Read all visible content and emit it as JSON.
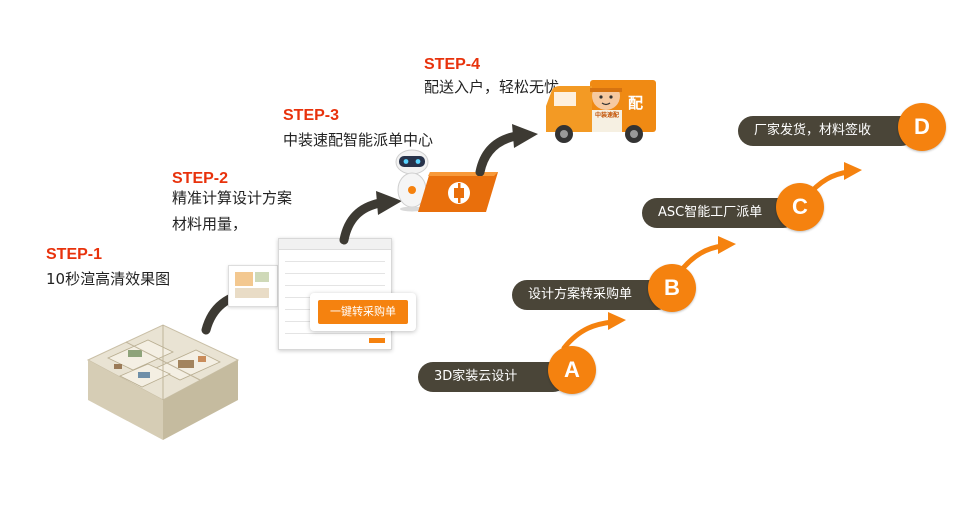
{
  "steps": [
    {
      "label": "STEP-1",
      "lines": [
        "10秒渲高清效果图"
      ]
    },
    {
      "label": "STEP-2",
      "lines": [
        "精准计算设计方案",
        "材料用量，"
      ]
    },
    {
      "label": "STEP-3",
      "lines": [
        "中装速配智能派单中心"
      ]
    },
    {
      "label": "STEP-4",
      "lines": [
        "配送入户，轻松无忧"
      ]
    }
  ],
  "flow": [
    {
      "letter": "A",
      "text": "3D家装云设计"
    },
    {
      "letter": "B",
      "text": "设计方案转采购单"
    },
    {
      "letter": "C",
      "text": "ASC智能工厂派单"
    },
    {
      "letter": "D",
      "text": "厂家发货，材料签收"
    }
  ],
  "quote_button_label": "一键转采购单",
  "truck_badge": "中装速配",
  "truck_sign": "配",
  "colors": {
    "accent": "#f5820f",
    "step_red": "#e8320c",
    "pill_dark": "#4a4538",
    "arrow_dark": "#3d3a33"
  }
}
